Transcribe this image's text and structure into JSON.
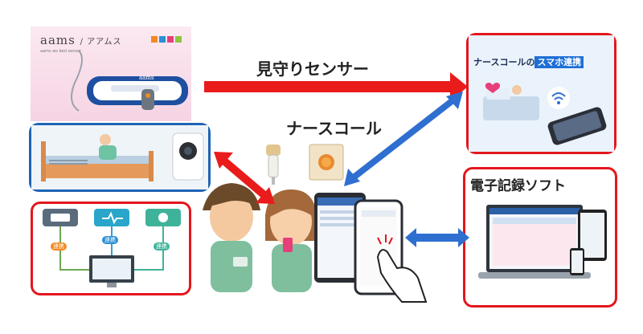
{
  "labels": {
    "sensor": "見守りセンサー",
    "nurse_call": "ナースコール",
    "ehr_software": "電子記録ソフト"
  },
  "aams_panel": {
    "logo": "aams",
    "product_name": "アアムス",
    "small_lines": [
      "aams",
      "ws",
      "bed sensor"
    ]
  },
  "smartphone_panel": {
    "title_prefix": "ナースコールの",
    "title_highlight": "スマホ連携"
  },
  "monitor_panel": {
    "link_badges": [
      "連携",
      "連携",
      "連携"
    ]
  },
  "colors": {
    "red_arrow": "#ea1b1b",
    "blue_arrow": "#2e6fd0",
    "red_frame": "#e4161d",
    "blue_frame": "#1f63b5"
  }
}
